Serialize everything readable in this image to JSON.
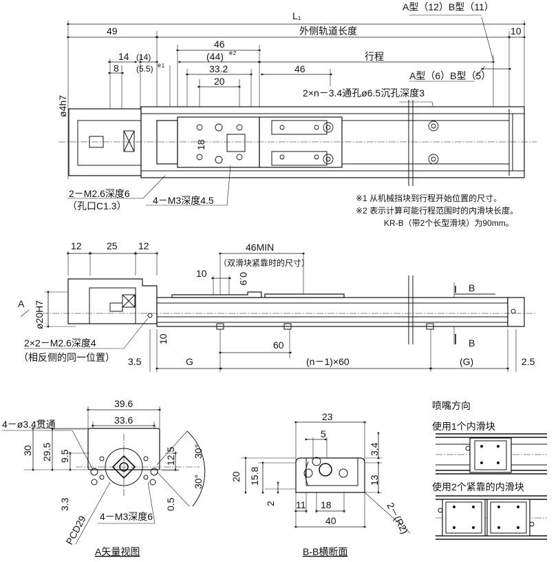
{
  "top_view": {
    "type_note_top": "A型（12）B型（11）",
    "L1": "L₁",
    "dim_49": "49",
    "outer_rail_length": "外侧轨道长度",
    "dim_10": "10",
    "dim_46_top": "46",
    "dim_44": "(44)",
    "note2_mark": "※2",
    "stroke": "行程",
    "dim_14": "14",
    "dim_14_paren": "(14)",
    "dim_8": "8",
    "dim_5_5": "(5.5)",
    "note1_mark": "※1",
    "dim_33_2": "33.2",
    "dim_46_right": "46",
    "dim_20": "20",
    "type_note_mid": "A型（6）B型（5）",
    "hole_note": "2×n－3.4通孔ø6.5沉孔深度3",
    "shaft_dia": "ø4h7",
    "dim_18": "18",
    "tap_note_1": "2－M2.6深度6",
    "tap_note_1b": "（孔口C1.3）",
    "tap_note_2": "4－M3深度4.5"
  },
  "notes": {
    "note1": "※1  从机械挡块到行程开始位置的尺寸。",
    "note2": "※2  表示计算可能行程范围时的内滑块长度。",
    "note2b": "KR-B（带2个长型滑块）为90mm。"
  },
  "side_view": {
    "dim_12a": "12",
    "dim_25": "25",
    "dim_12b": "12",
    "dim_46min": "46MIN",
    "dim_46min_note": "（双滑块紧靠时的尺寸）",
    "dim_10_top": "10",
    "dim_0_9": "0.9",
    "view_a": "A",
    "bore": "ø20H7",
    "section_b_top": "B",
    "section_b_bottom": "B",
    "tap_note": "2×2－M2.6深度4",
    "tap_note_b": "（相反侧的同一位置）",
    "dim_10_side": "10",
    "dim_60": "60",
    "dim_3_5": "3.5",
    "dim_G": "G",
    "dim_pitch": "(n－1)×60",
    "dim_G_paren": "(G)",
    "dim_2_5": "2.5"
  },
  "view_a": {
    "dim_39_6": "39.6",
    "dim_33_6": "33.6",
    "through_hole": "4－ø3.4贯通",
    "dim_30": "30",
    "dim_29_5": "29.5",
    "dim_9_5": "9.5",
    "dim_12_5": "12.5",
    "angle_top": "30°",
    "angle_bottom": "30°",
    "dim_3_3": "3.3",
    "dim_0_5": "0.5",
    "pcd": "PCD29",
    "tap": "4－M3深度6",
    "title": "A矢量视图"
  },
  "section_bb": {
    "dim_23": "23",
    "dim_5": "5",
    "dim_3_4": "3.4",
    "dim_20": "20",
    "dim_15_8": "15.8",
    "dim_13": "13",
    "dim_2": "2",
    "dim_11": "11",
    "dim_18": "18",
    "dim_40": "40",
    "radius": "2－(R2)",
    "title": "B-B横断面"
  },
  "nozzle": {
    "title": "喷嘴方向",
    "single": "使用1个内滑块",
    "double": "使用2个紧靠的内滑块"
  }
}
